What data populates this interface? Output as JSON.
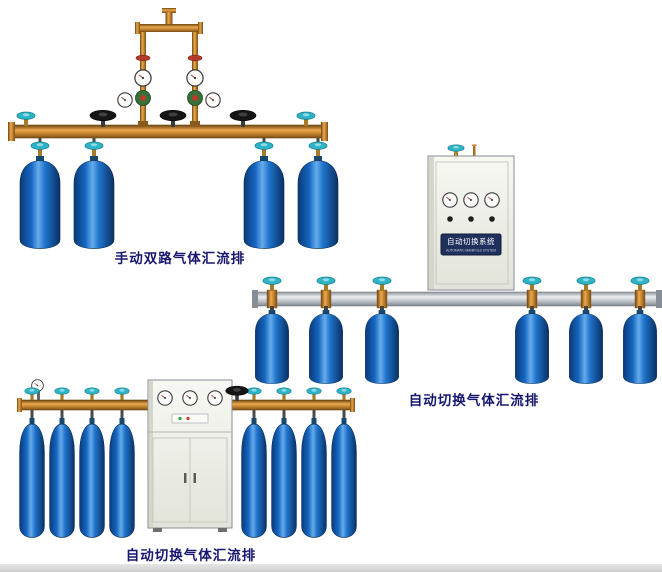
{
  "page": {
    "background": "#ffffff",
    "bottom_strip_color": "#d6d6d6"
  },
  "colors": {
    "caption_text": "#16166e",
    "cylinder_blue": "#1666c0",
    "cylinder_highlight": "#66aceb",
    "valve_teal": "#2fb3c6",
    "brass": "#c58430",
    "rail_silver": "#c2c7cc",
    "cabinet_white": "#eef0e8",
    "label_plate_navy": "#20305c"
  },
  "products": [
    {
      "id": "manual-dual-manifold",
      "caption": "手动双路气体汇流排",
      "cylinders": 4,
      "hand_valves": 3,
      "regulator_gauges": 4
    },
    {
      "id": "auto-switch-manifold-wall",
      "caption": "自动切换气体汇流排",
      "cylinders": 6,
      "cabinet": {
        "label_cn": "自动切换系统",
        "label_en": "AUTOMATIC MANIFOLD SYSTEM",
        "gauges": 3
      }
    },
    {
      "id": "auto-switch-manifold-floor",
      "caption": "自动切换气体汇流排",
      "cylinders": 8,
      "cabinet": {
        "gauges": 3
      }
    }
  ]
}
